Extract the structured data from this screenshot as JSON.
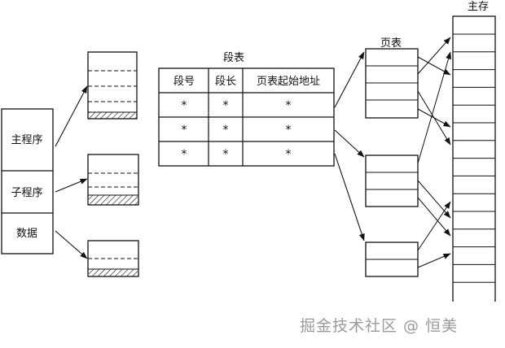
{
  "program": {
    "segments": [
      "主程序",
      "子程序",
      "数据"
    ]
  },
  "segment_table": {
    "title": "段表",
    "headers": [
      "段号",
      "段长",
      "页表起始地址"
    ],
    "rows": [
      [
        "*",
        "*",
        "*"
      ],
      [
        "*",
        "*",
        "*"
      ],
      [
        "*",
        "*",
        "*"
      ]
    ]
  },
  "page_table": {
    "title": "页表"
  },
  "main_memory": {
    "title": "主存"
  },
  "watermark": "掘金技术社区 @ 恒美"
}
